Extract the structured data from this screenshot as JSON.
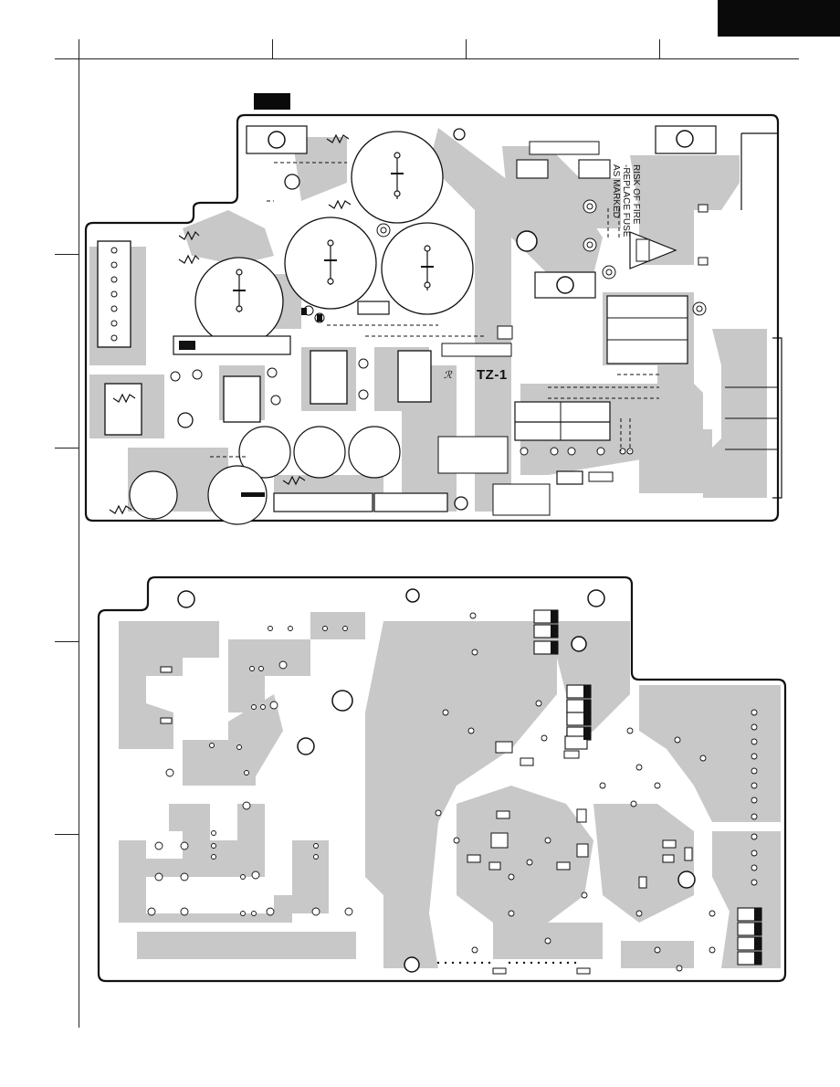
{
  "boards": {
    "top_board_label": "TZ-1",
    "ul_mark": "ℛ"
  },
  "fuse_warning": {
    "line1": "RISK OF FIRE",
    "line2": "-REPLACE FUSE",
    "line3": "AS MARKED"
  },
  "colors": {
    "trace": "#c8c8c8",
    "outline": "#111111",
    "background": "#ffffff",
    "header": "#0a0a0a"
  }
}
